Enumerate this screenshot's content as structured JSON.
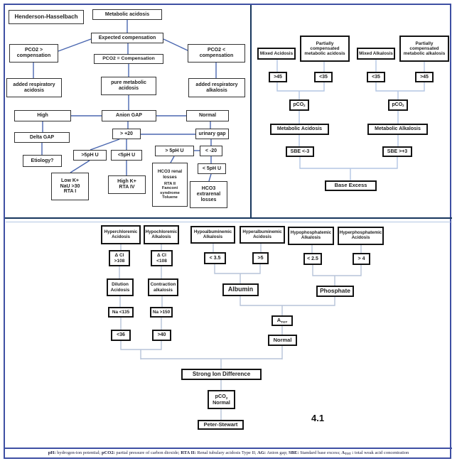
{
  "figure": {
    "number": "4.1"
  },
  "colors": {
    "outer_border": "#3e4fa3",
    "panel_divider": "#17365d",
    "connector_primary": "#4a67b0",
    "connector_light": "#b3c6e4",
    "box_border": "#1c1c1c"
  },
  "hh": {
    "title": "Henderson-Hasselbach",
    "metabolic_acidosis": "Metabolic acidosis",
    "expected_compensation": "Expected compensation",
    "pco2_gt": "PCO2 >\ncompensation",
    "pco2_eq": "PCO2 = Compensation",
    "pco2_lt": "PCO2 <\ncompensation",
    "added_resp_acidosis": "added respiratory\nacidosis",
    "pure_metabolic": "pure metabolic\nacidosis",
    "added_resp_alkalosis": "added respiratory\nalkalosis",
    "high": "High",
    "anion_gap": "Anion GAP",
    "normal": "Normal",
    "delta_gap": "Delta GAP",
    "gt_plus_20": "> +20",
    "urinary_gap": "urinary gap",
    "etiology": "Etiology?",
    "gt5ph_left": ">5pH U",
    "lt5ph_left": "<5pH U",
    "gt5ph_right": "> 5pH U",
    "lt_minus_20": "< -20",
    "lt5ph_right": "< 5pH U",
    "low_k": "Low K+\nNaU >30\nRTA I",
    "high_k": "High K+\nRTA IV",
    "hco3_renal_title": "HCO3 renal\nlosses",
    "hco3_renal_list": "RTA II\nFanconi\nsyndrome\nToluene",
    "hco3_extrarenal": "HCO3\nextrarenal\nlosses"
  },
  "be": {
    "mixed_acidosis": "Mixed Acidosis",
    "part_comp_met_acidosis": "Partially\ncompensated\nmetabolic acidosis",
    "mixed_alkalosis": "Mixed Alkalosis",
    "part_comp_met_alkalosis": "Partially\ncompensated\nmetabolic alkalosis",
    "gt45_left": ">45",
    "lt35_left": "<35",
    "lt35_right": "<35",
    "gt45_right": ">45",
    "pco2_base": "pCO",
    "pco2_sub": "2",
    "metabolic_acidosis": "Metabolic Acidosis",
    "metabolic_alkalosis": "Metabolic Alkalosis",
    "sbe_lt3": "SBE <-3",
    "sbe_gt3": "SBE >+3",
    "base_excess": "Base Excess"
  },
  "ps": {
    "hyperchloremic": "Hyperchloremic\nAcidosis",
    "hypochloremic": "Hypochloremic\nAlkalosis",
    "hypoalbuminemic": "Hypoalbuminemic\nAlkalosis",
    "hyperalbuminemic": "Hyperalbuminemic\nAcidosis",
    "hypophosphatemic": "Hypophosphatemic\nAlkalosis",
    "hyperphosphatemic": "Hyperphosphatemic\nAcidosis",
    "dcl_gt108": "Δ Cl\n>108",
    "dcl_lt108": "Δ Cl\n<108",
    "alb_lt35": "< 3.5",
    "alb_gt5": ">5",
    "phos_lt25": "< 2.5",
    "phos_gt4": "> 4",
    "dilution": "Dilution\nAcidosis",
    "contraction": "Contraction\nalkalosis",
    "albumin": "Albumin",
    "phosphate": "Phosphate",
    "na_lt135": "Na <135",
    "na_gt150": "Na >150",
    "atot_base": "A",
    "atot_sub": "TOT",
    "lt36": "<36",
    "gt40": ">40",
    "normal": "Normal",
    "strong_ion": "Strong Ion Difference",
    "pco2_base": "pCO",
    "pco2_sub": "2",
    "pco2_line2": "Normal",
    "peter_stewart": "Peter-Stewart"
  },
  "caption": {
    "t0": "pH:",
    "d0": " hydrogen-ion potential; ",
    "t1": "pCO2:",
    "d1": " partial pressure of carbon dioxide; ",
    "t2": "RTA II:",
    "d2": " Renal tubulary acidosis Type II; ",
    "t3": "AG:",
    "d3": " Anion gap; ",
    "t4": "SBE:",
    "d4": " Standard base excess; ",
    "t5a": "A",
    "t5sub": "TOT",
    "t5b": " :",
    "d5": " total weak acid concentration"
  }
}
